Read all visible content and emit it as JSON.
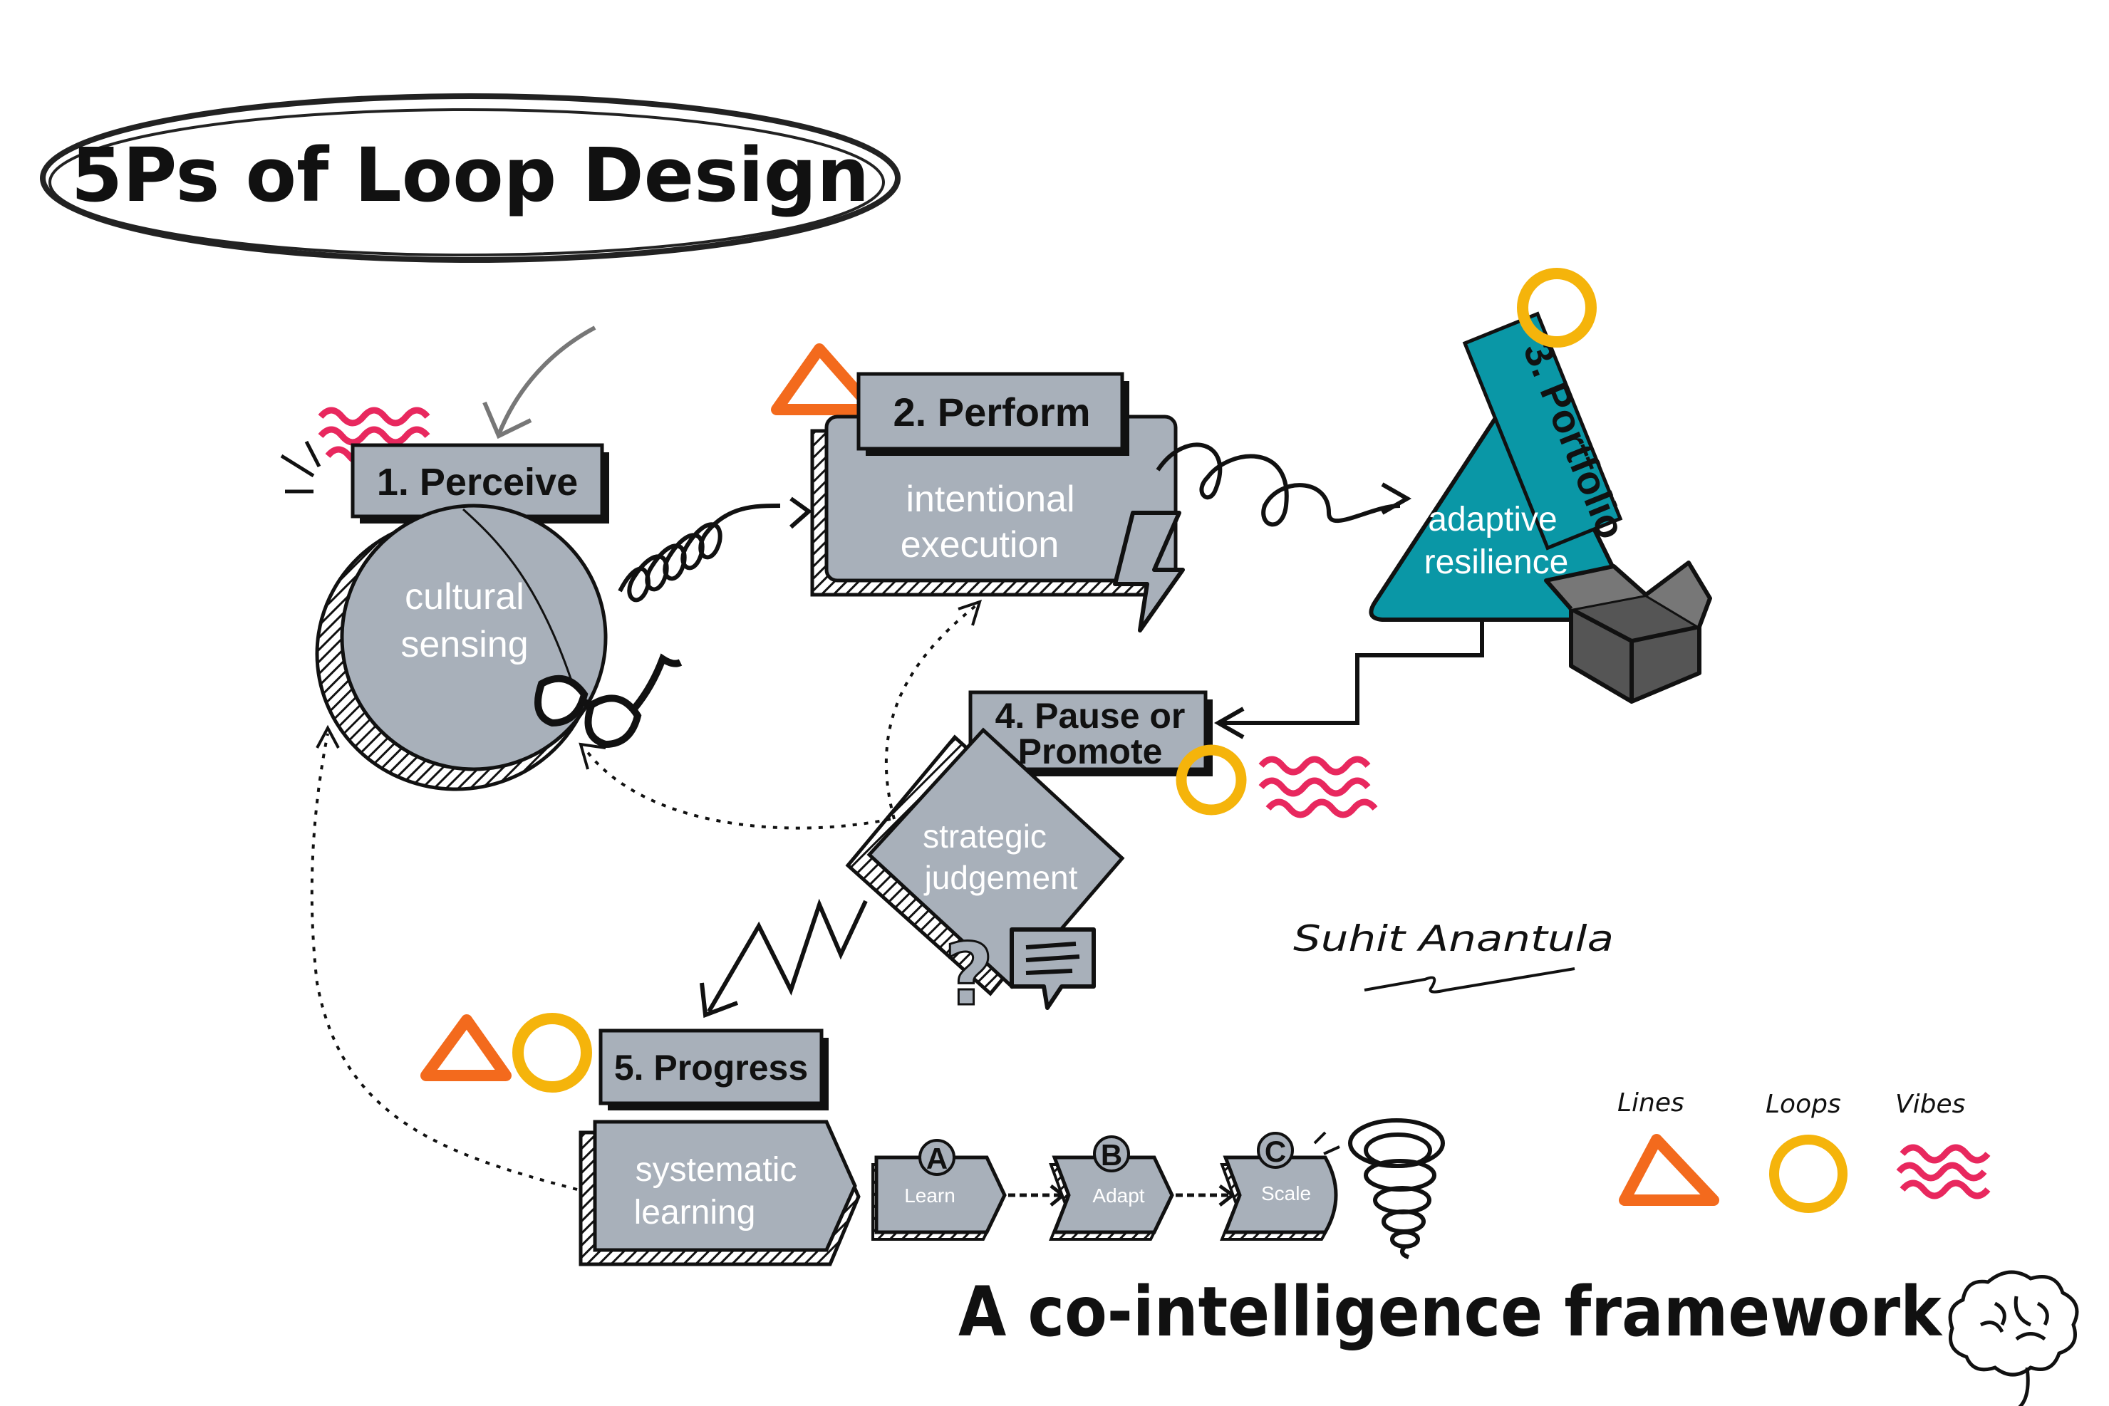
{
  "title": "5Ps of Loop Design",
  "tagline": "A co-intelligence framework",
  "author": "Suhit Anantula",
  "steps": [
    {
      "label": "1. Perceive",
      "desc_line1": "cultural",
      "desc_line2": "sensing"
    },
    {
      "label": "2. Perform",
      "desc_line1": "intentional",
      "desc_line2": "execution"
    },
    {
      "label": "3. Portfolio",
      "desc_line1": "adaptive",
      "desc_line2": "resilience"
    },
    {
      "label_line1": "4. Pause or",
      "label_line2": "Promote",
      "desc_line1": "strategic",
      "desc_line2": "judgement"
    },
    {
      "label": "5. Progress",
      "desc_line1": "systematic",
      "desc_line2": "learning"
    }
  ],
  "sub_steps": [
    {
      "badge": "A",
      "label": "Learn"
    },
    {
      "badge": "B",
      "label": "Adapt"
    },
    {
      "badge": "C",
      "label": "Scale"
    }
  ],
  "legend": [
    {
      "label": "Lines",
      "icon": "triangle-icon"
    },
    {
      "label": "Loops",
      "icon": "circle-icon"
    },
    {
      "label": "Vibes",
      "icon": "scribble-icon"
    }
  ],
  "colors": {
    "gray_fill": "#a8b0ba",
    "teal": "#0a97a6",
    "orange": "#f36a1d",
    "yellow": "#f5b40b",
    "pink": "#e8285e",
    "ink": "#111111"
  }
}
